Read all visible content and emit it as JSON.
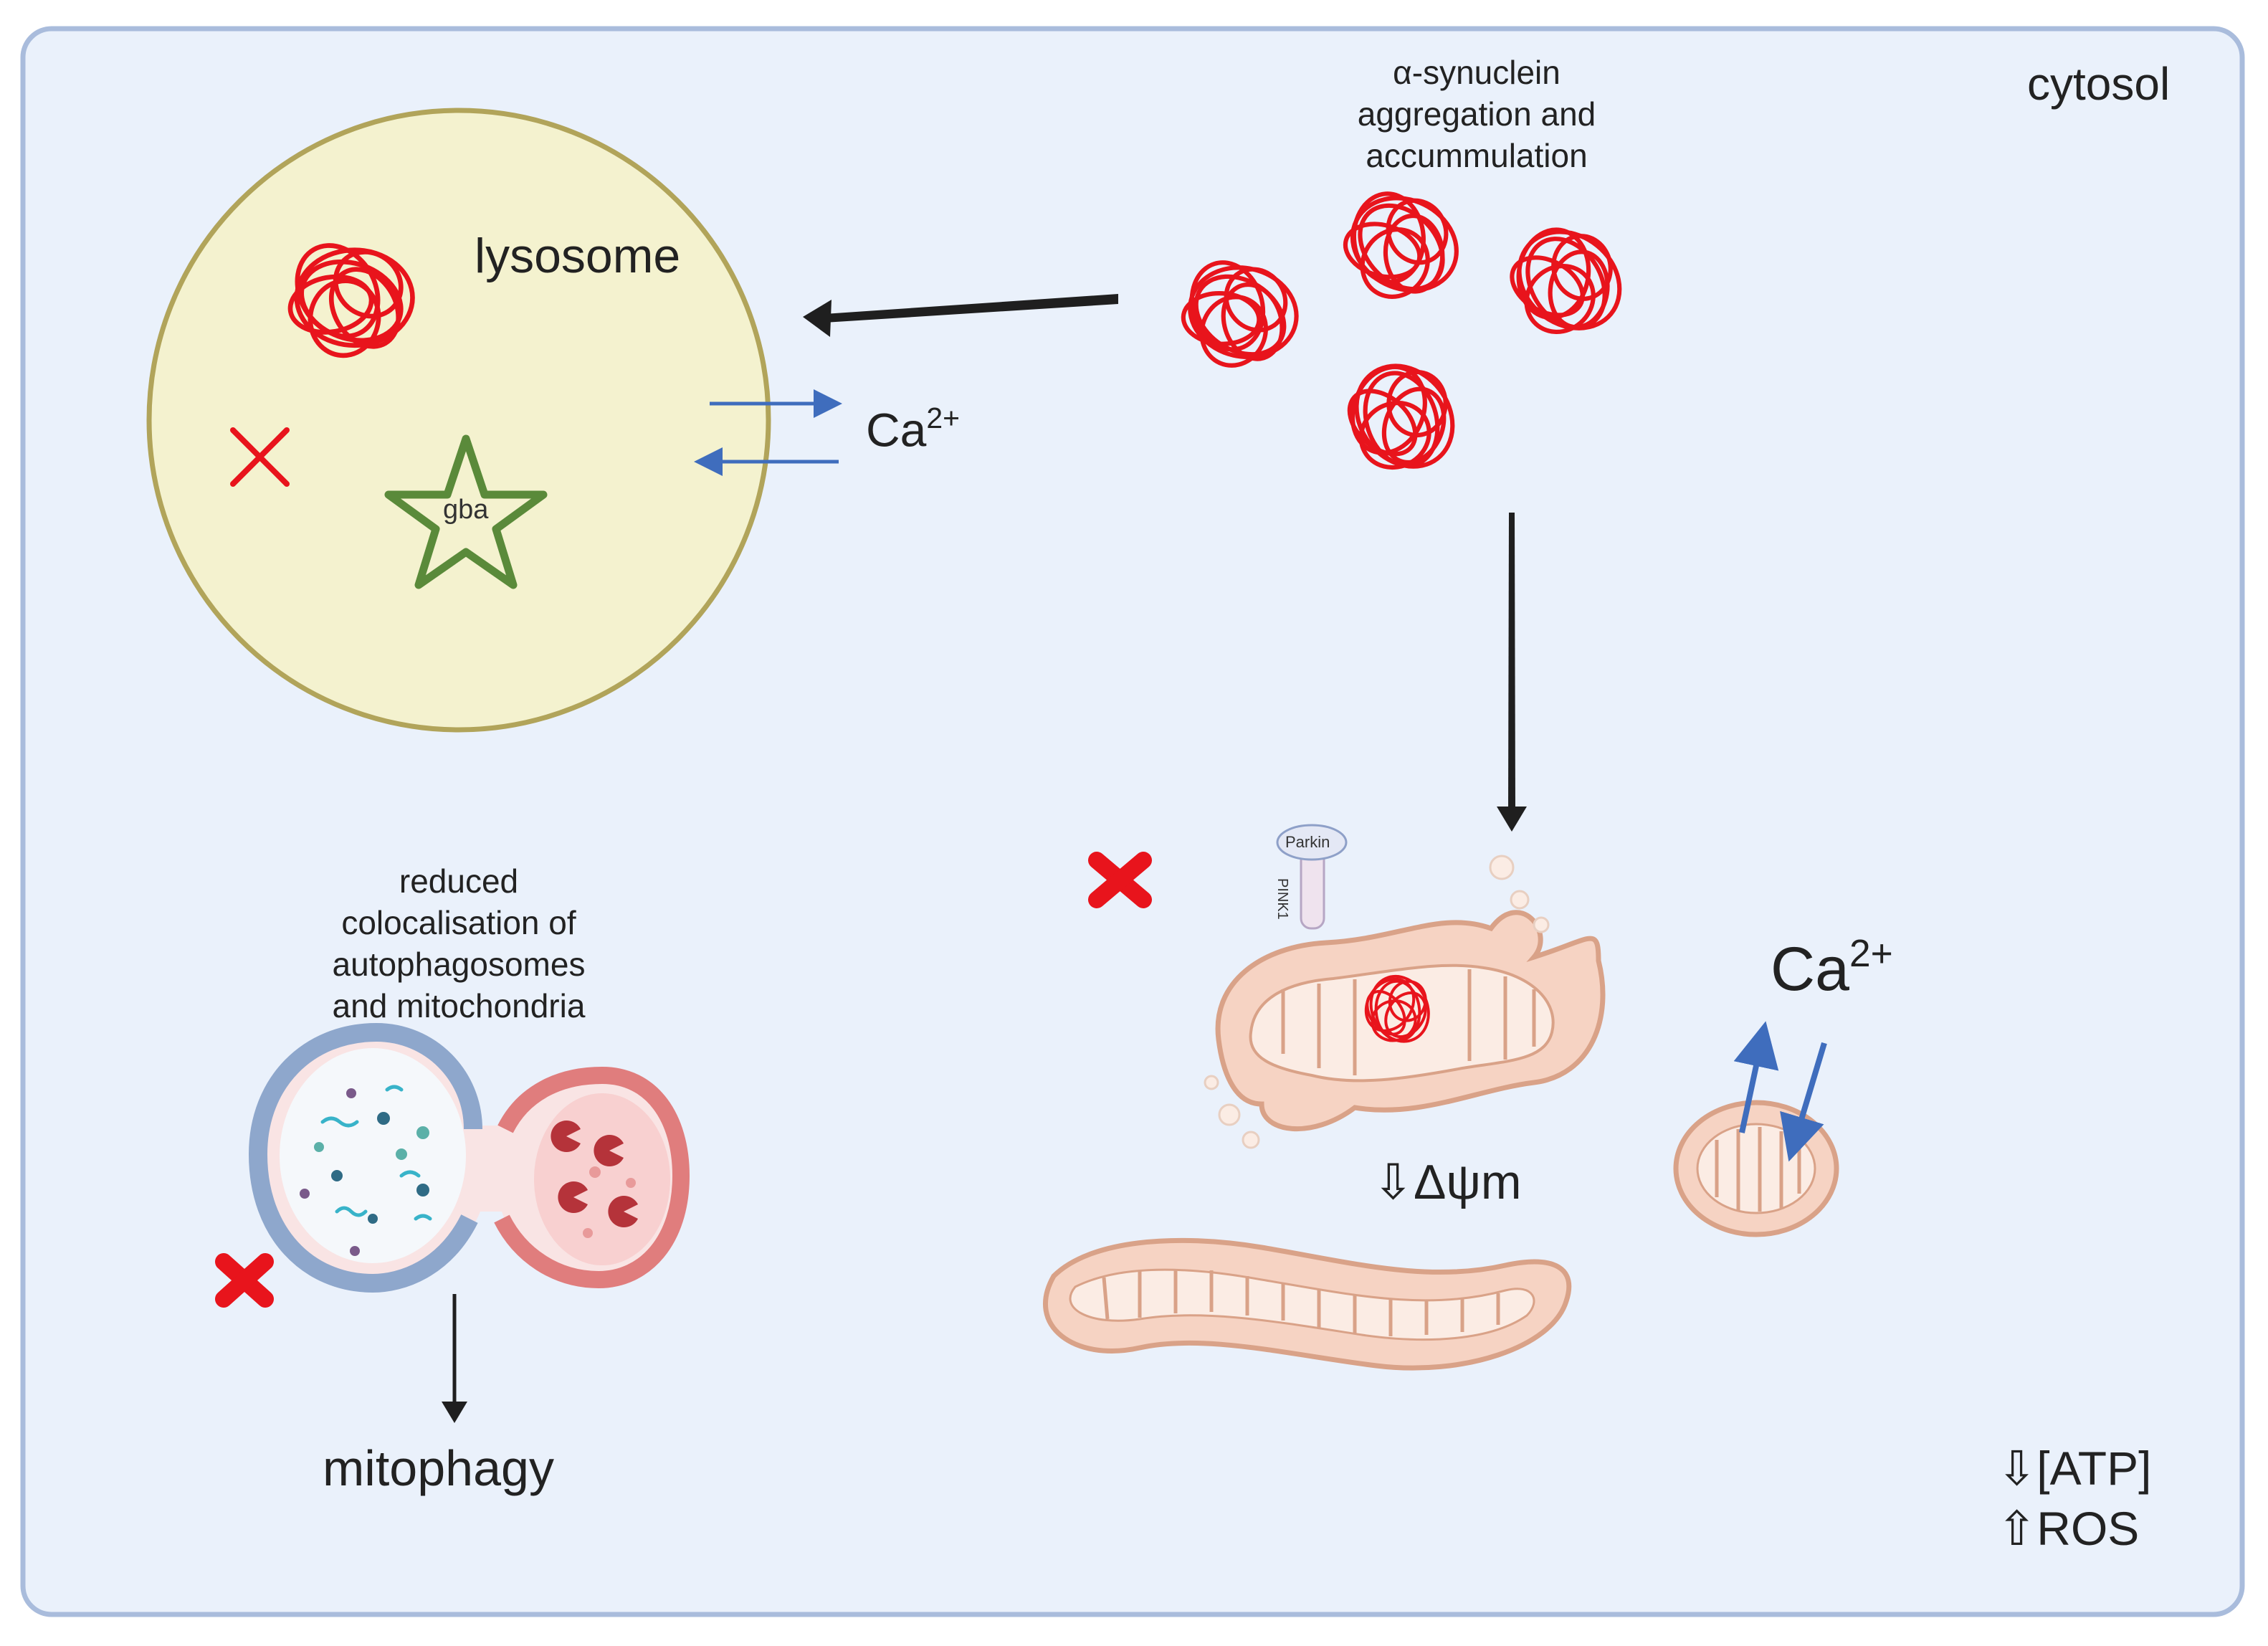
{
  "colors": {
    "cell_border": "#9fb3d6",
    "cytosol_fill": "#eaf1fb",
    "lysosome_fill": "#f4f2cf",
    "lysosome_border": "#b1a45a",
    "aggregate_red": "#e8141c",
    "star_green": "#5a8a3a",
    "flux_arrow_blue": "#3f6dbd",
    "mito_fill": "#f6d3c3",
    "mito_border": "#d9a288",
    "autophagosome_blue": "#8ea7cc",
    "lysosome_pink": "#e07d7d"
  },
  "labels": {
    "cytosol": "cytosol",
    "asyn_line1": "α-synuclein",
    "asyn_line2": "aggregation and",
    "asyn_line3": "accummulation",
    "lysosome": "lysosome",
    "gba": "gba",
    "ca_ion_base": "Ca",
    "ca_ion_charge": "2+",
    "reduced_line1": "reduced",
    "reduced_line2": "colocalisation of",
    "reduced_line3": "autophagosomes",
    "reduced_line4": "and mitochondria",
    "mitophagy": "mitophagy",
    "parkin": "Parkin",
    "pink1": "PINK1",
    "delta_psi": "⇩Δψm",
    "atp": "⇩[ATP]",
    "ros": "⇧ROS"
  },
  "icons": [
    "alpha-synuclein-aggregate-icon",
    "gba-star-icon",
    "inhibition-cross-icon",
    "autophagosome-lysosome-fusion-icon",
    "damaged-mitochondrion-icon",
    "elongated-mitochondrion-icon",
    "small-mitochondrion-icon",
    "flux-arrow-icon"
  ]
}
